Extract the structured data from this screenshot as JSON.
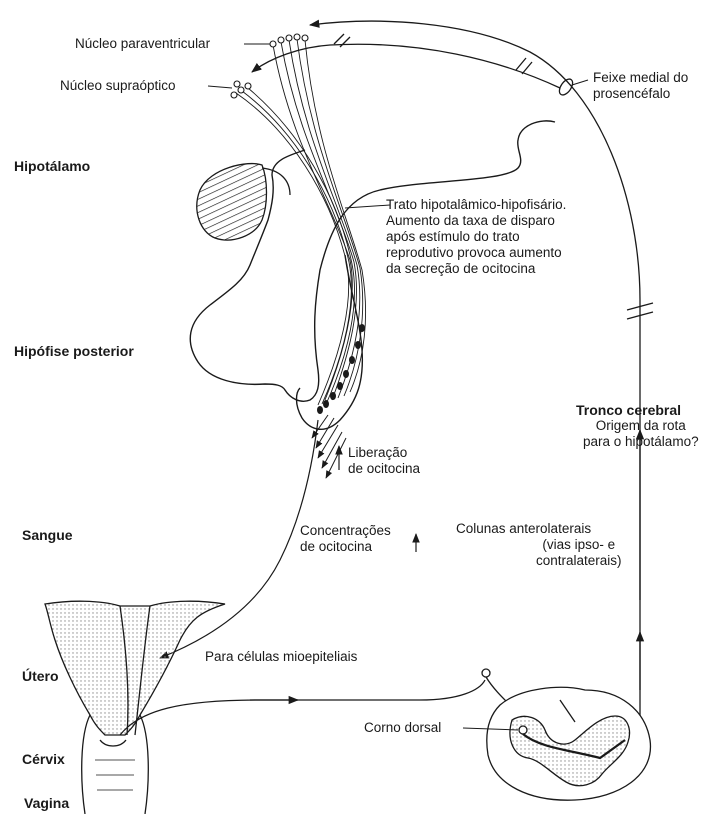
{
  "labels": {
    "nucleo_paraventricular": "Núcleo paraventricular",
    "nucleo_supraoptico": "Núcleo supraóptico",
    "feixe_medial": "Feixe medial do\nprosencéfalo",
    "hipotalamo": "Hipotálamo",
    "trato": "Trato hipotalâmico-hipofisário.\nAumento da taxa de disparo\napós estímulo do trato\nreprodutivo provoca aumento\nda secreção de ocitocina",
    "hipofise_posterior": "Hipófise posterior",
    "tronco_cerebral_title": "Tronco cerebral",
    "tronco_cerebral_text": "Origem da rota\npara o hipotálamo?",
    "liberacao": "Liberação\nde ocitocina",
    "sangue": "Sangue",
    "concentracoes": "Concentrações\nde ocitocina",
    "colunas": "Colunas anterolaterais",
    "vias": "(vias ipso- e\ncontralaterais)",
    "utero": "Útero",
    "celulas": "Para células mioepiteliais",
    "corno_dorsal": "Corno dorsal",
    "cervix": "Cérvix",
    "vagina": "Vagina"
  },
  "colors": {
    "ink": "#1a1a1a",
    "stipple": "#8a8a8a"
  }
}
